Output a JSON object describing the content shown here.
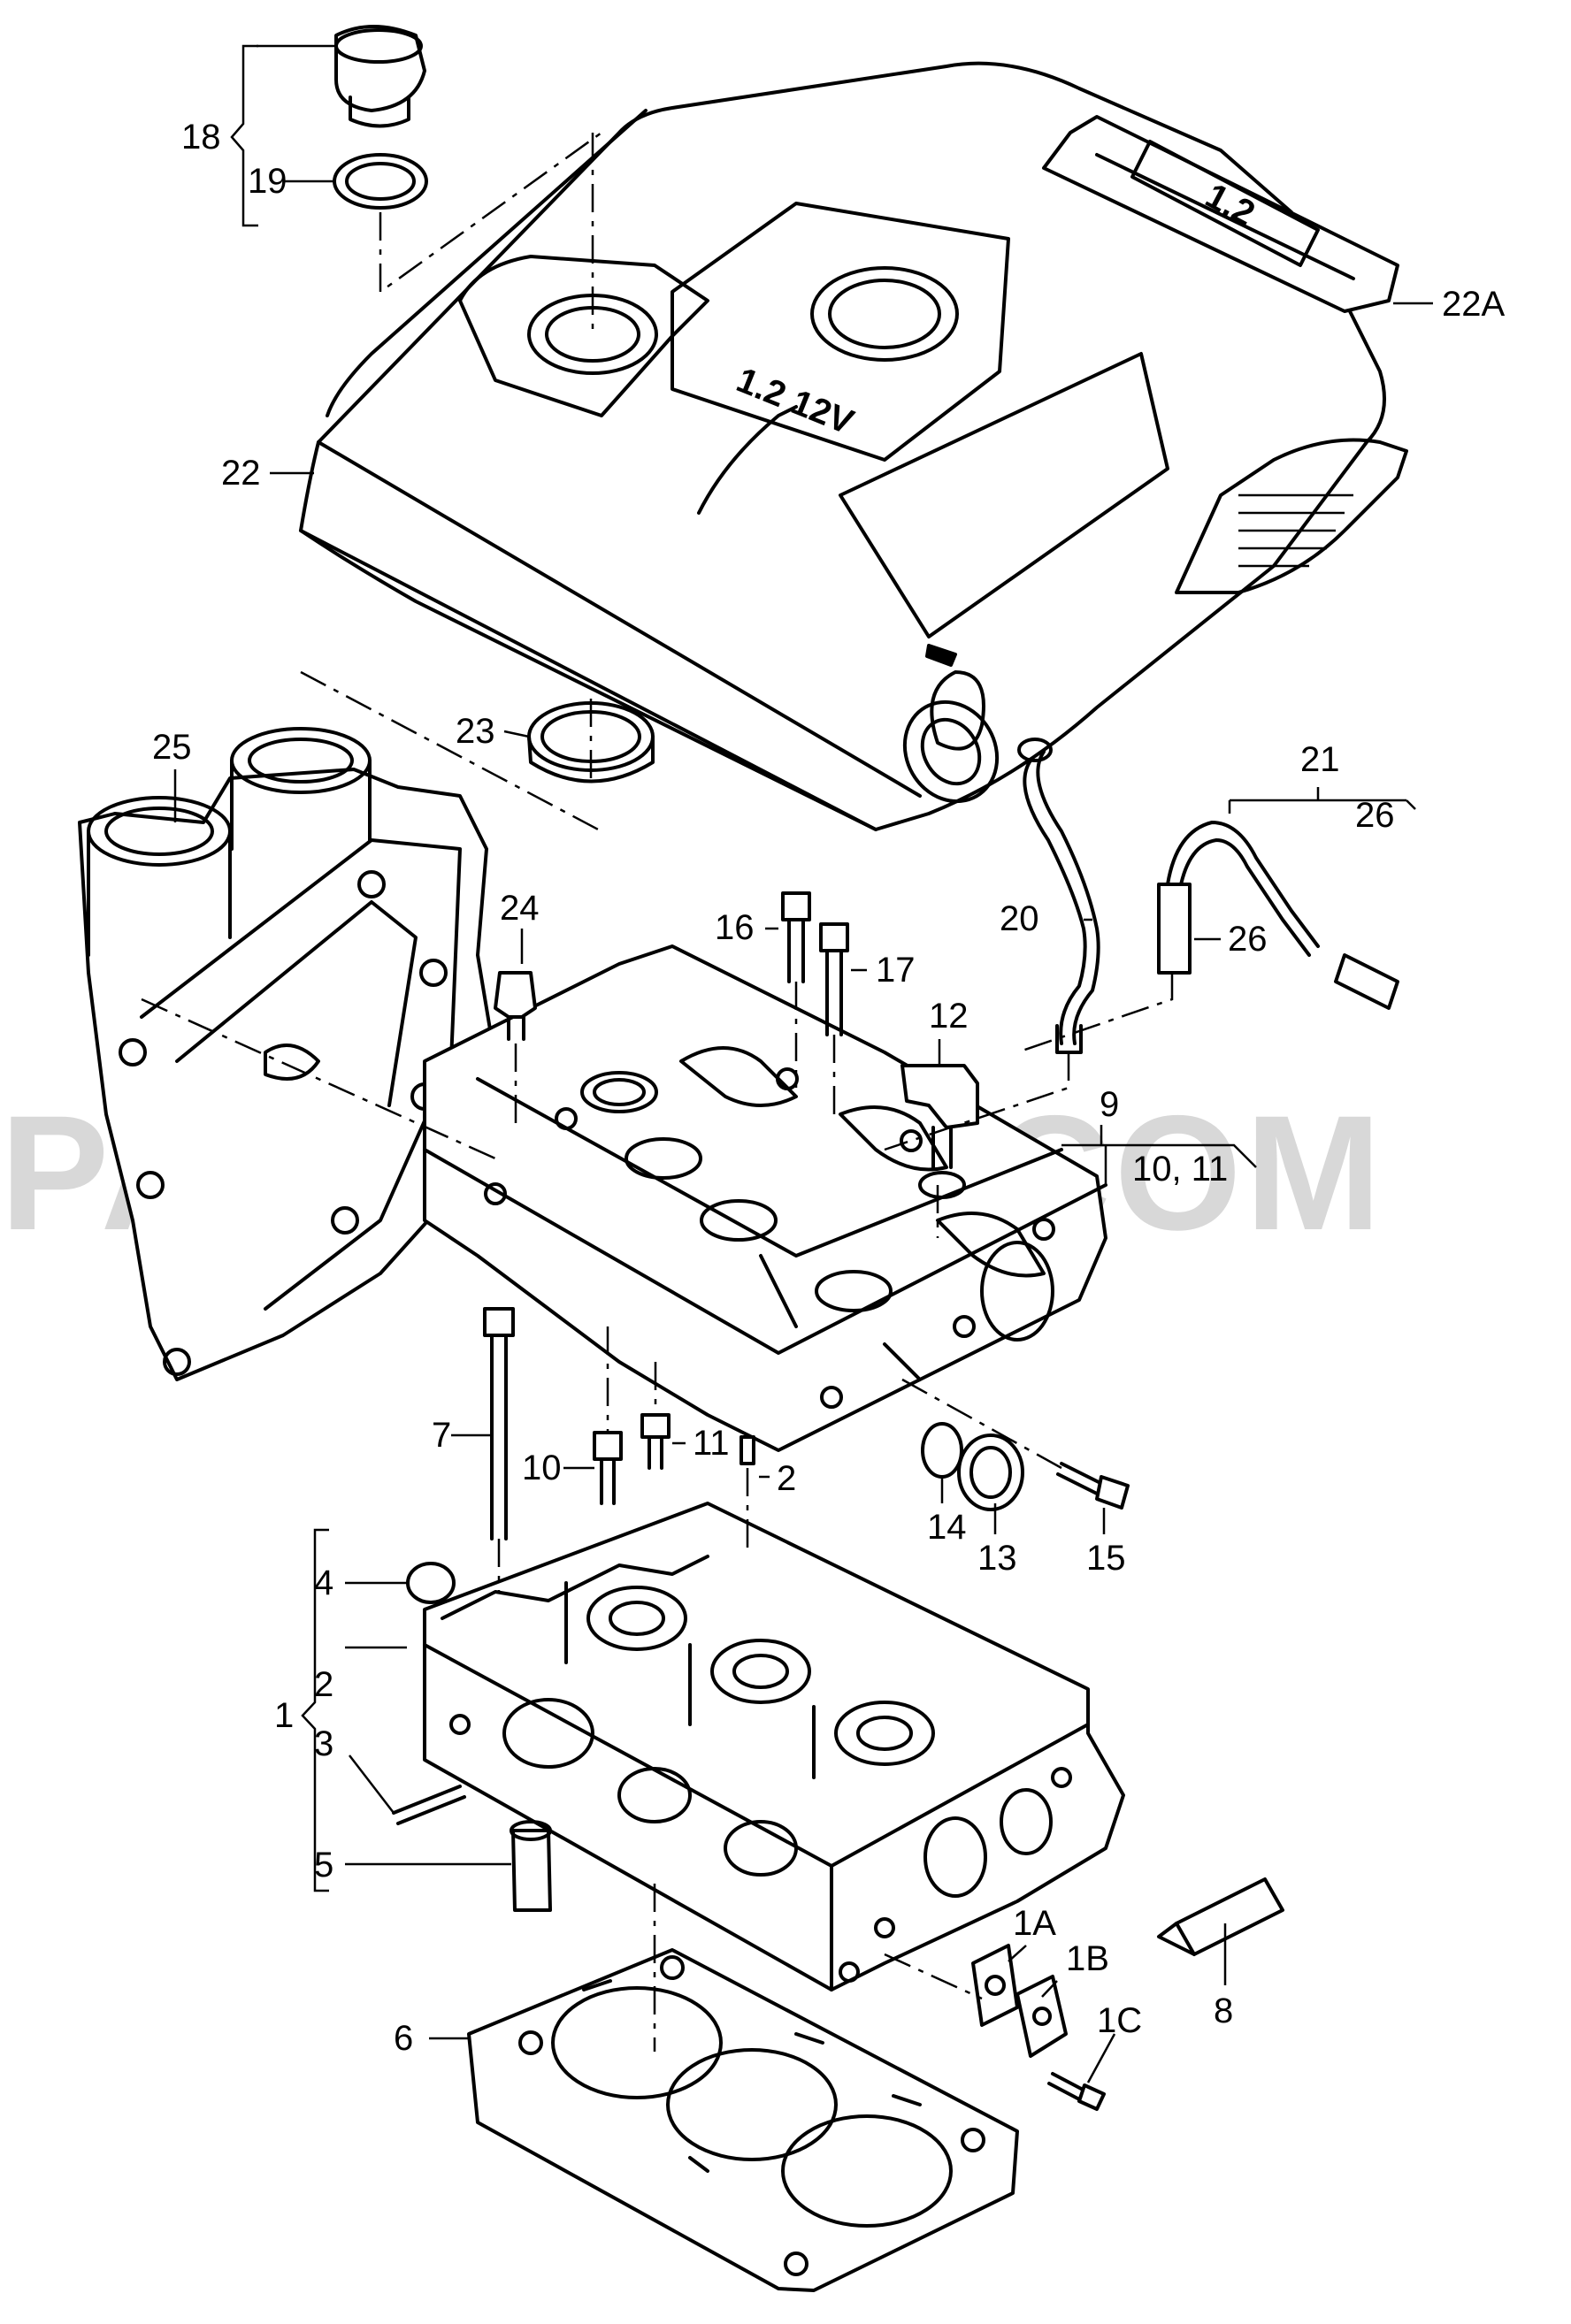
{
  "watermark": "PARTSOUQ.COM",
  "cover_text": {
    "main": "1.2 12V",
    "badge": "1.2"
  },
  "callouts": {
    "c1": "1",
    "c1A": "1A",
    "c1B": "1B",
    "c1C": "1C",
    "c2a": "2",
    "c2b": "2",
    "c3": "3",
    "c4": "4",
    "c5": "5",
    "c6": "6",
    "c7": "7",
    "c8": "8",
    "c9": "9",
    "c10": "10",
    "c10_11": "10, 11",
    "c11": "11",
    "c12": "12",
    "c13": "13",
    "c14": "14",
    "c15": "15",
    "c16": "16",
    "c17": "17",
    "c18": "18",
    "c19": "19",
    "c20": "20",
    "c21": "21",
    "c22": "22",
    "c22A": "22A",
    "c23": "23",
    "c24": "24",
    "c25": "25",
    "c26a": "26",
    "c26b": "26"
  }
}
